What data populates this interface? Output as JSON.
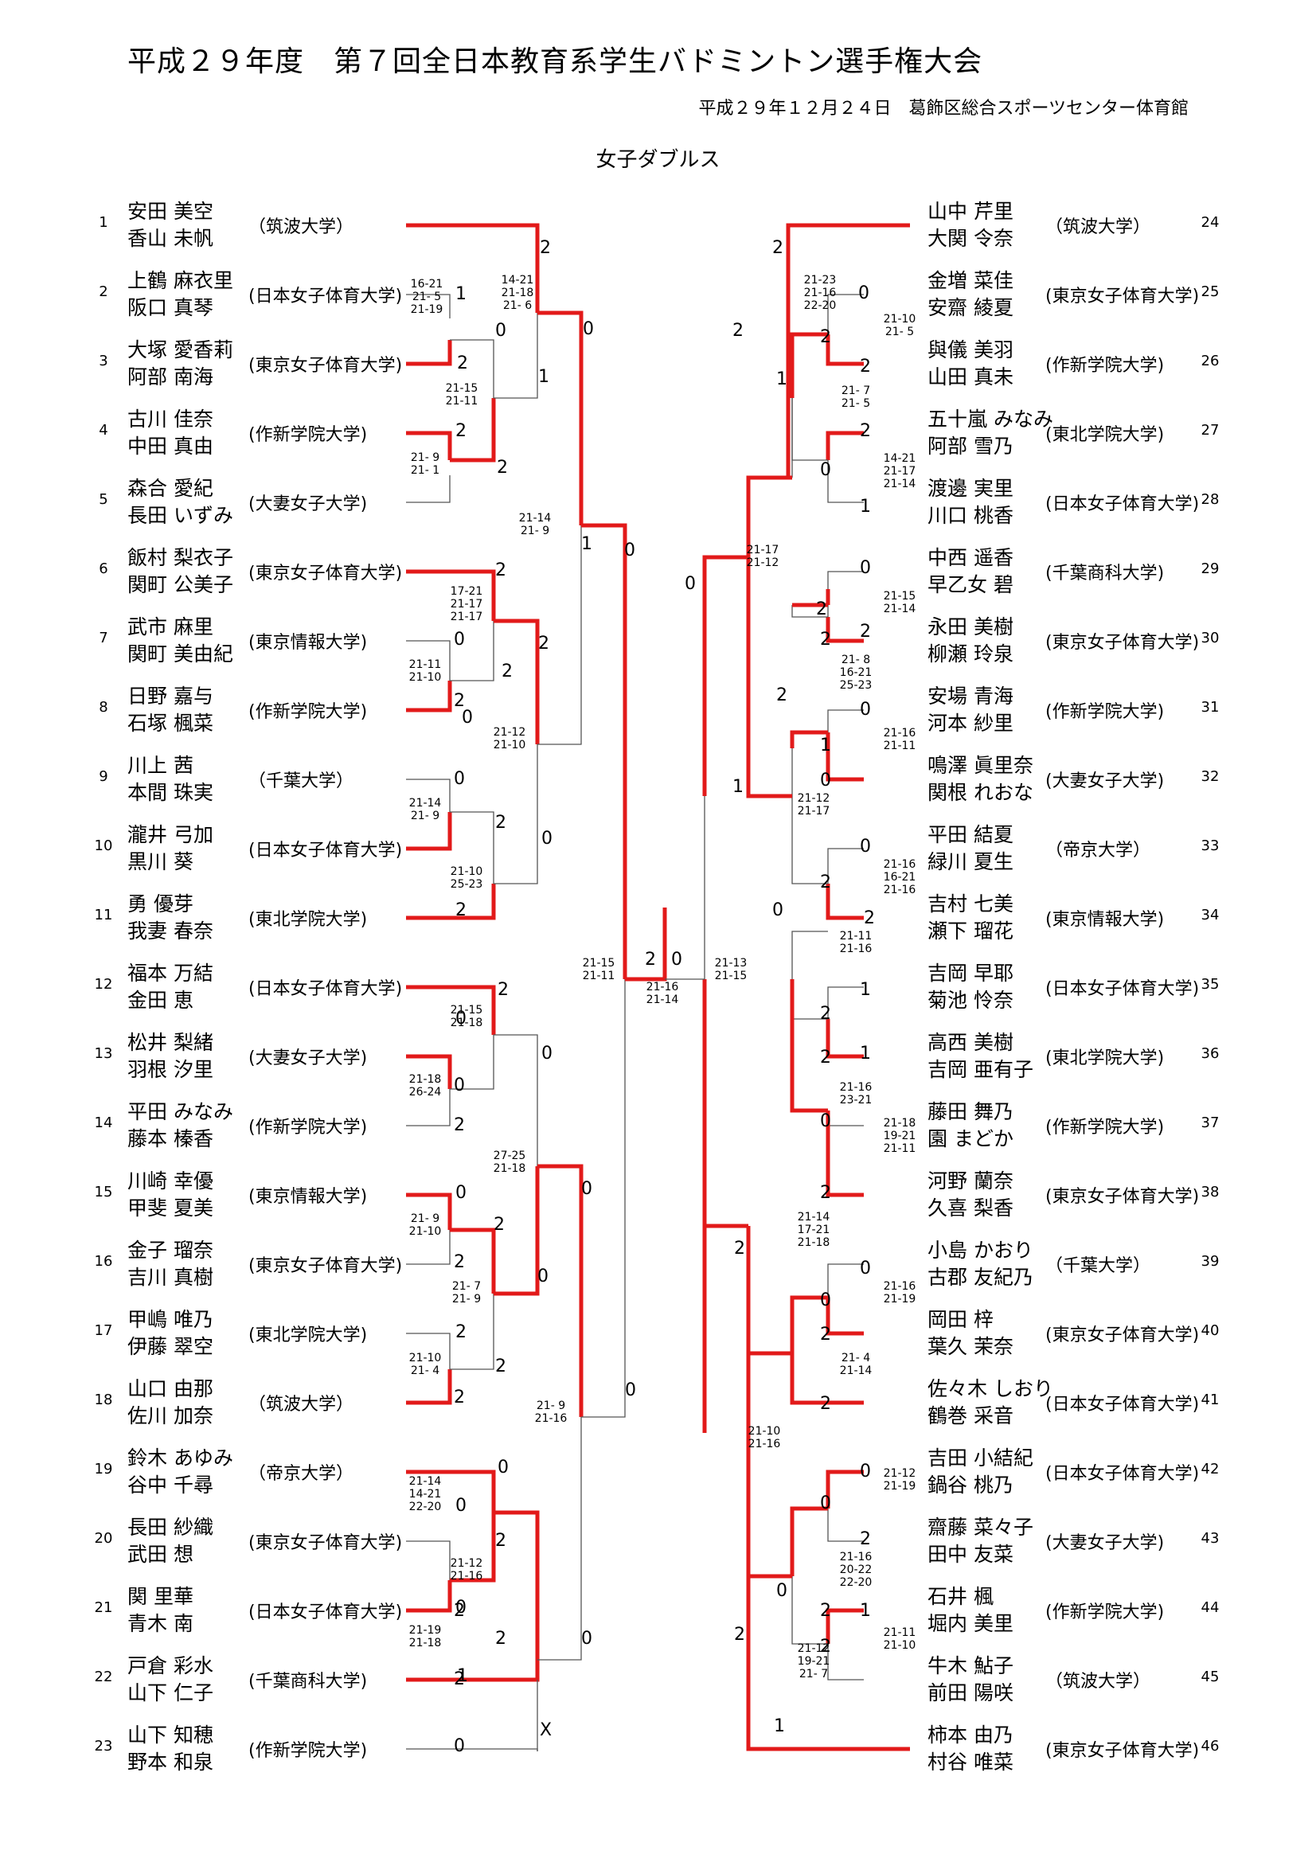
{
  "header": {
    "title": "平成２９年度　第７回全日本教育系学生バドミントン選手権大会",
    "subtitle": "平成２９年１２月２４日　葛飾区総合スポーツセンター体育館",
    "event": "女子ダブルス"
  },
  "left_players": [
    {
      "num": "1",
      "n1": "安田 美空",
      "n2": "香山 未帆",
      "school": "（筑波大学）"
    },
    {
      "num": "2",
      "n1": "上鶴 麻衣里",
      "n2": "阪口 真琴",
      "school": "(日本女子体育大学)"
    },
    {
      "num": "3",
      "n1": "大塚 愛香莉",
      "n2": "阿部 南海",
      "school": "(東京女子体育大学)"
    },
    {
      "num": "4",
      "n1": "古川 佳奈",
      "n2": "中田 真由",
      "school": "(作新学院大学)"
    },
    {
      "num": "5",
      "n1": "森合 愛紀",
      "n2": "長田 いずみ",
      "school": "(大妻女子大学)"
    },
    {
      "num": "6",
      "n1": "飯村 梨衣子",
      "n2": "関町 公美子",
      "school": "(東京女子体育大学)"
    },
    {
      "num": "7",
      "n1": "武市 麻里",
      "n2": "関町 美由紀",
      "school": "(東京情報大学)"
    },
    {
      "num": "8",
      "n1": "日野 嘉与",
      "n2": "石塚 楓菜",
      "school": "(作新学院大学)"
    },
    {
      "num": "9",
      "n1": "川上 茜",
      "n2": "本間 珠実",
      "school": "（千葉大学）"
    },
    {
      "num": "10",
      "n1": "瀧井 弓加",
      "n2": "黒川 葵",
      "school": "(日本女子体育大学)"
    },
    {
      "num": "11",
      "n1": "勇 優芽",
      "n2": "我妻 春奈",
      "school": "(東北学院大学)"
    },
    {
      "num": "12",
      "n1": "福本 万結",
      "n2": "金田 恵",
      "school": "(日本女子体育大学)"
    },
    {
      "num": "13",
      "n1": "松井 梨緒",
      "n2": "羽根 汐里",
      "school": "(大妻女子大学)"
    },
    {
      "num": "14",
      "n1": "平田 みなみ",
      "n2": "藤本 榛香",
      "school": "(作新学院大学)"
    },
    {
      "num": "15",
      "n1": "川崎 幸優",
      "n2": "甲斐 夏美",
      "school": "(東京情報大学)"
    },
    {
      "num": "16",
      "n1": "金子 瑠奈",
      "n2": "吉川 真樹",
      "school": "(東京女子体育大学)"
    },
    {
      "num": "17",
      "n1": "甲嶋 唯乃",
      "n2": "伊藤 翠空",
      "school": "(東北学院大学)"
    },
    {
      "num": "18",
      "n1": "山口 由那",
      "n2": "佐川 加奈",
      "school": "（筑波大学）"
    },
    {
      "num": "19",
      "n1": "鈴木 あゆみ",
      "n2": "谷中 千尋",
      "school": "（帝京大学）"
    },
    {
      "num": "20",
      "n1": "長田 紗織",
      "n2": "武田 想",
      "school": "(東京女子体育大学)"
    },
    {
      "num": "21",
      "n1": "関 里華",
      "n2": "青木 南",
      "school": "(日本女子体育大学)"
    },
    {
      "num": "22",
      "n1": "戸倉 彩水",
      "n2": "山下 仁子",
      "school": "(千葉商科大学)"
    },
    {
      "num": "23",
      "n1": "山下 知穂",
      "n2": "野本 和泉",
      "school": "(作新学院大学)"
    }
  ],
  "right_players": [
    {
      "num": "24",
      "n1": "山中 芹里",
      "n2": "大関 令奈",
      "school": "（筑波大学）"
    },
    {
      "num": "25",
      "n1": "金増 菜佳",
      "n2": "安齋 綾夏",
      "school": "(東京女子体育大学)"
    },
    {
      "num": "26",
      "n1": "與儀 美羽",
      "n2": "山田 真未",
      "school": "(作新学院大学)"
    },
    {
      "num": "27",
      "n1": "五十嵐 みなみ",
      "n2": "阿部 雪乃",
      "school": "(東北学院大学)"
    },
    {
      "num": "28",
      "n1": "渡邊 実里",
      "n2": "川口 桃香",
      "school": "(日本女子体育大学)"
    },
    {
      "num": "29",
      "n1": "中西 遥香",
      "n2": "早乙女 碧",
      "school": "(千葉商科大学)"
    },
    {
      "num": "30",
      "n1": "永田 美樹",
      "n2": "柳瀬 玲泉",
      "school": "(東京女子体育大学)"
    },
    {
      "num": "31",
      "n1": "安場 青海",
      "n2": "河本 紗里",
      "school": "(作新学院大学)"
    },
    {
      "num": "32",
      "n1": "鳴澤 眞里奈",
      "n2": "関根 れおな",
      "school": "(大妻女子大学)"
    },
    {
      "num": "33",
      "n1": "平田 結夏",
      "n2": "緑川 夏生",
      "school": "（帝京大学）"
    },
    {
      "num": "34",
      "n1": "吉村 七美",
      "n2": "瀬下 瑠花",
      "school": "(東京情報大学)"
    },
    {
      "num": "35",
      "n1": "吉岡 早耶",
      "n2": "菊池 怜奈",
      "school": "(日本女子体育大学)"
    },
    {
      "num": "36",
      "n1": "高西 美樹",
      "n2": "吉岡 亜有子",
      "school": "(東北学院大学)"
    },
    {
      "num": "37",
      "n1": "藤田 舞乃",
      "n2": "園 まどか",
      "school": "(作新学院大学)"
    },
    {
      "num": "38",
      "n1": "河野 蘭奈",
      "n2": "久喜 梨香",
      "school": "(東京女子体育大学)"
    },
    {
      "num": "39",
      "n1": "小島 かおり",
      "n2": "古郡 友紀乃",
      "school": "（千葉大学）"
    },
    {
      "num": "40",
      "n1": "岡田 梓",
      "n2": "葉久 茉奈",
      "school": "(東京女子体育大学)"
    },
    {
      "num": "41",
      "n1": "佐々木 しおり",
      "n2": "鶴巻 采音",
      "school": "(日本女子体育大学)"
    },
    {
      "num": "42",
      "n1": "吉田 小結紀",
      "n2": "鍋谷 桃乃",
      "school": "(日本女子体育大学)"
    },
    {
      "num": "43",
      "n1": "齋藤 菜々子",
      "n2": "田中 友菜",
      "school": "(大妻女子大学)"
    },
    {
      "num": "44",
      "n1": "石井 楓",
      "n2": "堀内 美里",
      "school": "(作新学院大学)"
    },
    {
      "num": "45",
      "n1": "牛木 鮎子",
      "n2": "前田 陽咲",
      "school": "（筑波大学）"
    },
    {
      "num": "46",
      "n1": "柿本 由乃",
      "n2": "村谷 唯菜",
      "school": "(東京女子体育大学)"
    }
  ],
  "left_scores": [
    "16-21",
    "21- 5",
    "21-19",
    "14-21",
    "21-18",
    "21- 6",
    "21-15",
    "21-11",
    "21- 9",
    "21- 1",
    "21-14",
    "21- 9",
    "17-21",
    "21-17",
    "21-17",
    "21-11",
    "21-10",
    "21-12",
    "21-10",
    "21-14",
    "21- 9",
    "21-10",
    "25-23",
    "21-15",
    "21-18",
    "21-18",
    "26-24",
    "27-25",
    "21-18",
    "21- 9",
    "21-10",
    "21- 7",
    "21- 9",
    "21-10",
    "21- 4",
    "21- 9",
    "21-16",
    "21-14",
    "14-21",
    "22-20",
    "21-12",
    "21-16",
    "21-19",
    "21-18"
  ],
  "right_scores": [
    "21-23",
    "21-16",
    "22-20",
    "21-10",
    "21- 5",
    "21- 7",
    "21- 5",
    "14-21",
    "21-17",
    "21-14",
    "21-17",
    "21-12",
    "21-15",
    "21-14",
    "21- 8",
    "16-21",
    "25-23",
    "21-16",
    "21-11",
    "21-12",
    "21-17",
    "21-16",
    "16-21",
    "21-16",
    "21-11",
    "21-16",
    "21-16",
    "23-21",
    "21-18",
    "19-21",
    "21-11",
    "21-14",
    "17-21",
    "21-18",
    "21-16",
    "21-19",
    "21- 4",
    "21-14",
    "21-10",
    "21-16",
    "21-12",
    "21-19",
    "21-16",
    "20-22",
    "22-20",
    "21-11",
    "21-10",
    "21-12",
    "19-21",
    "21- 7"
  ],
  "final_scores": [
    "21-15",
    "21-11",
    "21-16",
    "21-14",
    "21-13",
    "21-15"
  ],
  "left_games": [
    "2",
    "1",
    "0",
    "2",
    "1",
    "2",
    "2",
    "0",
    "2",
    "0",
    "2",
    "2",
    "1",
    "0",
    "2",
    "0",
    "0",
    "2",
    "2",
    "0",
    "2",
    "0",
    "0",
    "0",
    "2",
    "0",
    "0",
    "2",
    "2",
    "0",
    "2",
    "2",
    "2",
    "0",
    "0",
    "0",
    "2",
    "2",
    "2",
    "1",
    "0",
    "0",
    "2",
    "0",
    "X"
  ],
  "right_games": [
    "2",
    "0",
    "2",
    "2",
    "1",
    "2",
    "0",
    "1",
    "2",
    "0",
    "0",
    "2",
    "2",
    "2",
    "2",
    "1",
    "0",
    "0",
    "1",
    "0",
    "2",
    "2",
    "0",
    "1",
    "2",
    "2",
    "0",
    "1",
    "2",
    "0",
    "0",
    "2",
    "2",
    "2",
    "0",
    "0",
    "2",
    "2",
    "0",
    "1",
    "2",
    "1",
    "2"
  ],
  "final_games": [
    "2",
    "0"
  ]
}
